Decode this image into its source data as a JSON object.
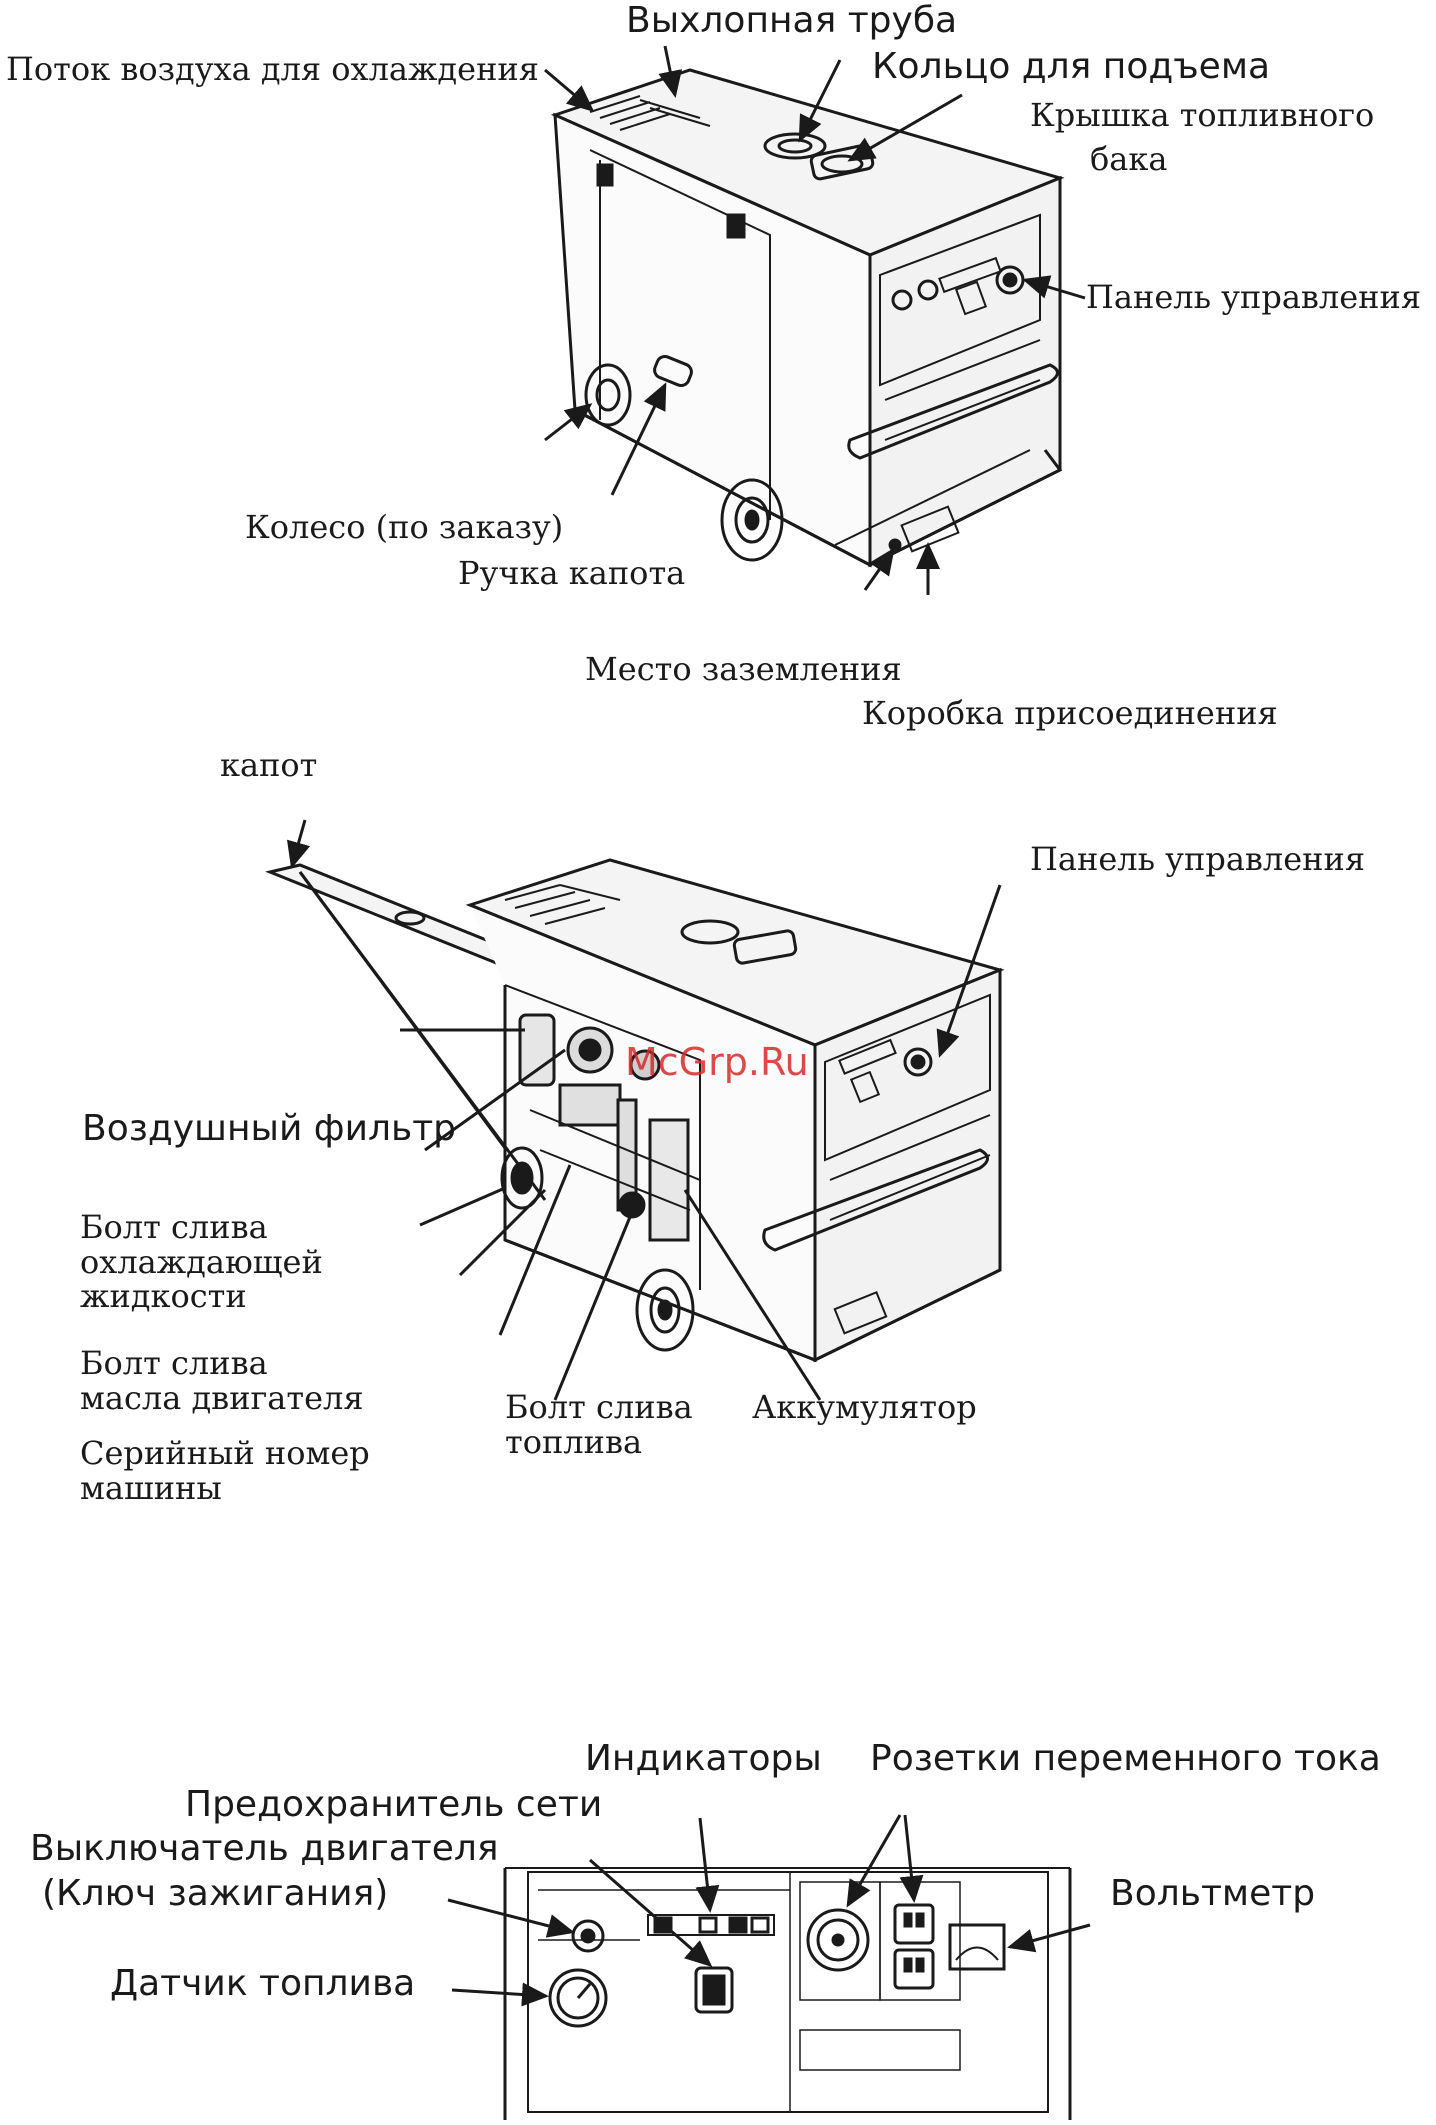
{
  "labels": {
    "exhaust_pipe": "Выхлопная труба",
    "cooling_airflow": "Поток воздуха для охлаждения",
    "lifting_ring": "Кольцо для подъема",
    "fuel_cap_line1": "Крышка топливного",
    "fuel_cap_line2": "бака",
    "control_panel_top": "Панель управления",
    "wheel_optional": "Колесо (по заказу)",
    "hood_handle": "Ручка капота",
    "grounding_point": "Место заземления",
    "junction_box": "Коробка присоединения",
    "hood": "капот",
    "control_panel_mid": "Панель управления",
    "air_filter": "Воздушный фильтр",
    "coolant_drain": [
      "Болт слива",
      "охлаждающей",
      "жидкости"
    ],
    "oil_drain": [
      "Болт слива",
      "масла двигателя"
    ],
    "serial_number": [
      "Серийный номер",
      "машины"
    ],
    "fuel_drain": [
      "Болт слива",
      "топлива"
    ],
    "battery": "Аккумулятор",
    "indicators": "Индикаторы",
    "ac_sockets": "Розетки переменного тока",
    "mains_fuse": "Предохранитель сети",
    "engine_switch_line1": "Выключатель двигателя",
    "engine_switch_line2": "(Ключ зажигания)",
    "voltmeter": "Вольтметр",
    "fuel_gauge": "Датчик топлива"
  },
  "watermark": "McGrp.Ru",
  "colors": {
    "ink": "#1a1a1a",
    "watermark": "#d62a2a"
  }
}
